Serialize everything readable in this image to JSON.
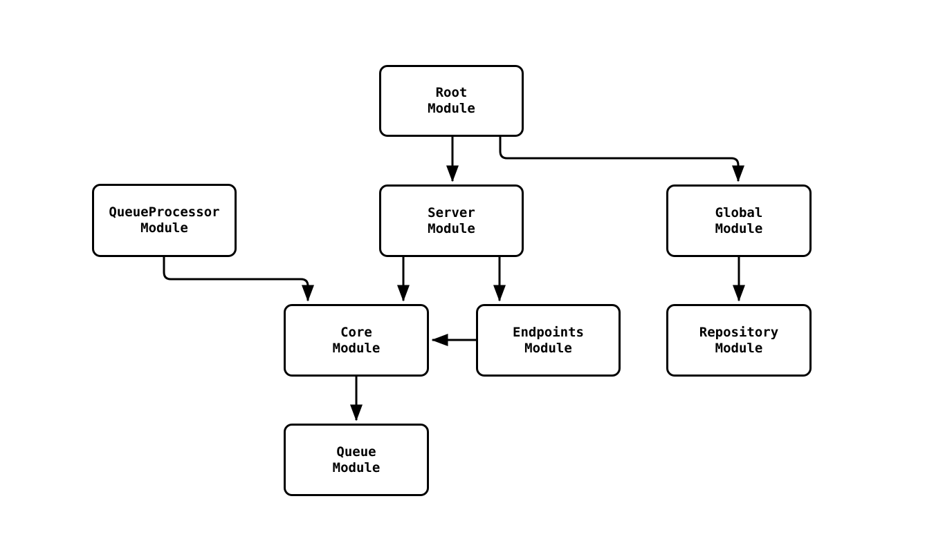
{
  "diagram": {
    "type": "module-dependency-graph",
    "background_color": "#ffffff",
    "line_color": "#000000",
    "text_color": "#000000",
    "nodes": {
      "root": {
        "line1": "Root",
        "line2": "Module"
      },
      "qproc": {
        "line1": "QueueProcessor",
        "line2": "Module"
      },
      "server": {
        "line1": "Server",
        "line2": "Module"
      },
      "global": {
        "line1": "Global",
        "line2": "Module"
      },
      "core": {
        "line1": "Core",
        "line2": "Module"
      },
      "endpoints": {
        "line1": "Endpoints",
        "line2": "Module"
      },
      "repository": {
        "line1": "Repository",
        "line2": "Module"
      },
      "queue": {
        "line1": "Queue",
        "line2": "Module"
      }
    },
    "edges": [
      {
        "from": "Root Module",
        "to": "Server Module"
      },
      {
        "from": "Root Module",
        "to": "Global Module"
      },
      {
        "from": "QueueProcessor Module",
        "to": "Core Module"
      },
      {
        "from": "Server Module",
        "to": "Core Module"
      },
      {
        "from": "Server Module",
        "to": "Endpoints Module"
      },
      {
        "from": "Endpoints Module",
        "to": "Core Module"
      },
      {
        "from": "Global Module",
        "to": "Repository Module"
      },
      {
        "from": "Core Module",
        "to": "Queue Module"
      }
    ]
  }
}
